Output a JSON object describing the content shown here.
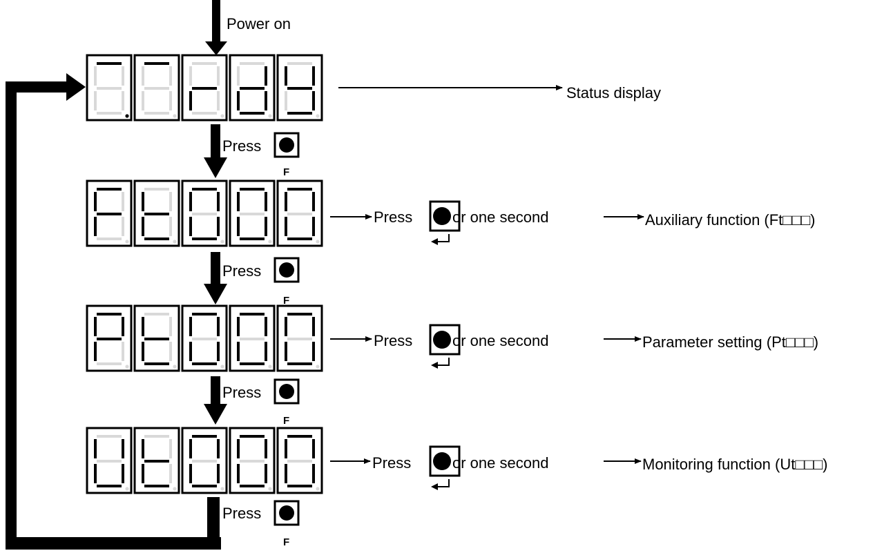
{
  "power_label": "Power on",
  "press_label": "Press",
  "f_key_label": "F",
  "hold_text": "or one second",
  "status_label": "Status display",
  "colors": {
    "on_segment": "#000000",
    "off_segment": "#d9d9d9",
    "frame": "#000000"
  },
  "displays": [
    {
      "name": "status-display",
      "chars": [
        "-",
        "-",
        "r",
        "d",
        "y"
      ],
      "dp": [
        true,
        false,
        false,
        false,
        false
      ]
    },
    {
      "name": "ft-display",
      "chars": [
        "F",
        "t",
        "0",
        "0",
        "0"
      ],
      "dp": [
        false,
        false,
        false,
        false,
        false
      ]
    },
    {
      "name": "pt-display",
      "chars": [
        "P",
        "t",
        "0",
        "0",
        "0"
      ],
      "dp": [
        false,
        false,
        false,
        false,
        false
      ]
    },
    {
      "name": "ut-display",
      "chars": [
        "U",
        "t",
        "0",
        "0",
        "0"
      ],
      "dp": [
        false,
        false,
        false,
        false,
        false
      ]
    }
  ],
  "functions": [
    {
      "label": "Auxiliary function (Ft□□□)"
    },
    {
      "label": "Parameter setting (Pt□□□)"
    },
    {
      "label": "Monitoring function (Ut□□□)"
    }
  ],
  "key_icons": [
    "F-key",
    "enter-key"
  ]
}
